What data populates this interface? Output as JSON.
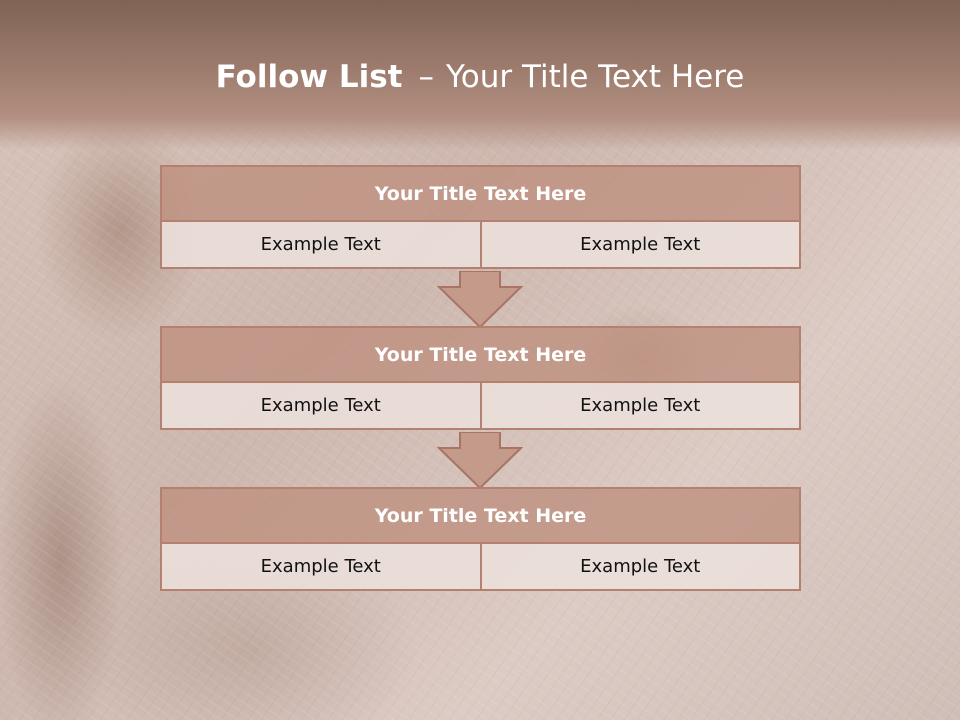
{
  "slide": {
    "title_bold": "Follow List",
    "title_dash": "–",
    "title_rest": "Your Title Text Here"
  },
  "blocks": [
    {
      "title": "Your Title Text Here",
      "left": "Example Text",
      "right": "Example Text"
    },
    {
      "title": "Your Title Text Here",
      "left": "Example Text",
      "right": "Example Text"
    },
    {
      "title": "Your Title Text Here",
      "left": "Example Text",
      "right": "Example Text"
    }
  ],
  "colors": {
    "title_bar": "#be9180",
    "border": "#b48070",
    "cell_bg": "#ece0dc",
    "arrow": "#c49a8a"
  }
}
